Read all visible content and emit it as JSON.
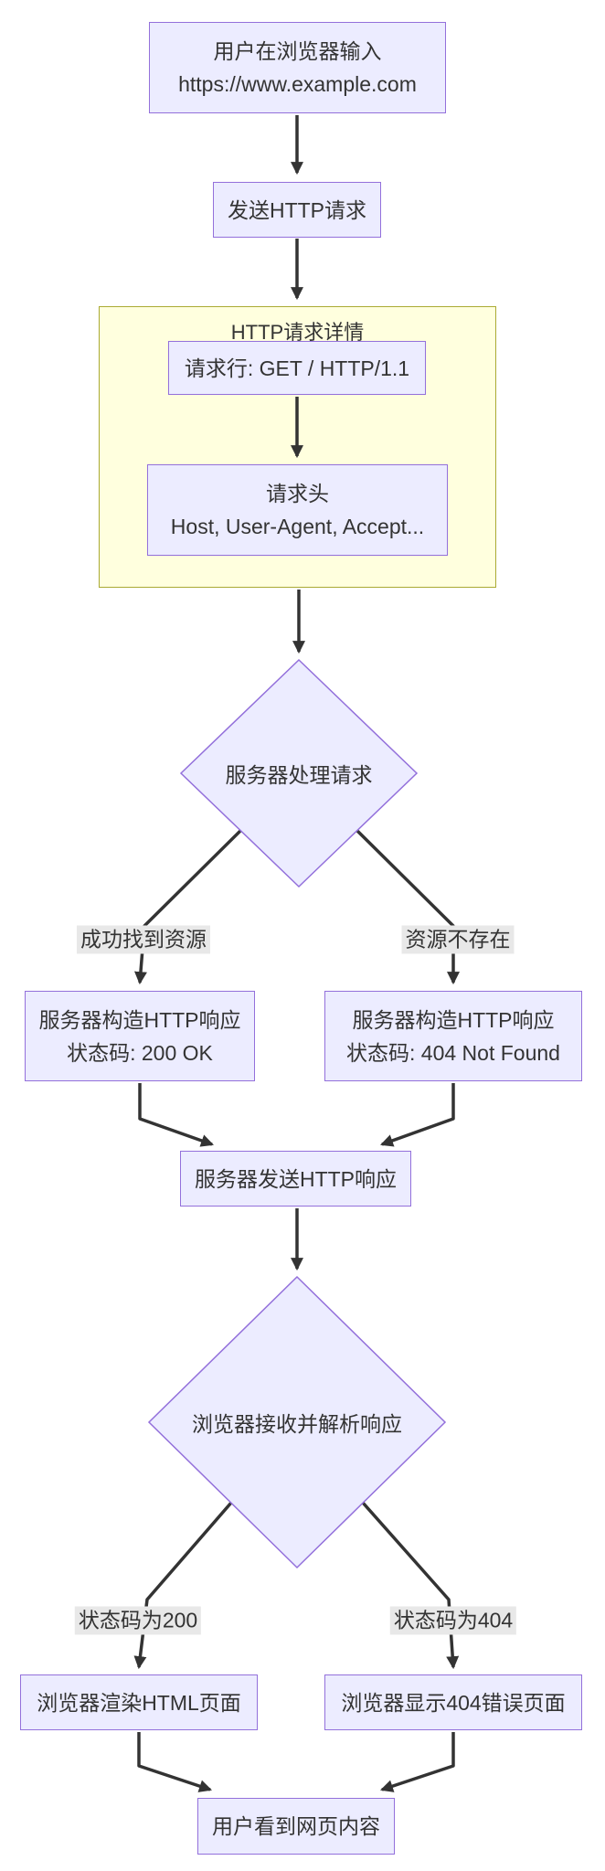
{
  "diagram": {
    "type": "flowchart",
    "direction": "top-down",
    "topic": "HTTP request and response flow",
    "colors": {
      "node_fill": "#ECECFF",
      "node_border": "#9370DB",
      "cluster_fill": "#FFFFDE",
      "cluster_border": "#AAAA33",
      "edge": "#333333",
      "edge_label_bg": "#E8E8E8",
      "text": "#333333",
      "background": "#FFFFFF"
    },
    "nodes": {
      "input_url": {
        "lines": [
          "用户在浏览器输入",
          "https://www.example.com"
        ]
      },
      "send_request": {
        "label": "发送HTTP请求"
      },
      "request_line": {
        "label": "请求行: GET / HTTP/1.1"
      },
      "request_headers": {
        "lines": [
          "请求头",
          "Host, User-Agent, Accept..."
        ]
      },
      "server_process": {
        "label": "服务器处理请求",
        "shape": "diamond"
      },
      "response_200": {
        "lines": [
          "服务器构造HTTP响应",
          "状态码: 200 OK"
        ]
      },
      "response_404": {
        "lines": [
          "服务器构造HTTP响应",
          "状态码: 404 Not Found"
        ]
      },
      "send_response": {
        "label": "服务器发送HTTP响应"
      },
      "browser_parse": {
        "label": "浏览器接收并解析响应",
        "shape": "diamond"
      },
      "render_html": {
        "label": "浏览器渲染HTML页面"
      },
      "show_404_page": {
        "label": "浏览器显示404错误页面"
      },
      "user_sees": {
        "label": "用户看到网页内容"
      }
    },
    "cluster": {
      "title": "HTTP请求详情"
    },
    "edge_labels": {
      "found": "成功找到资源",
      "not_found": "资源不存在",
      "status_200": "状态码为200",
      "status_404": "状态码为404"
    }
  }
}
